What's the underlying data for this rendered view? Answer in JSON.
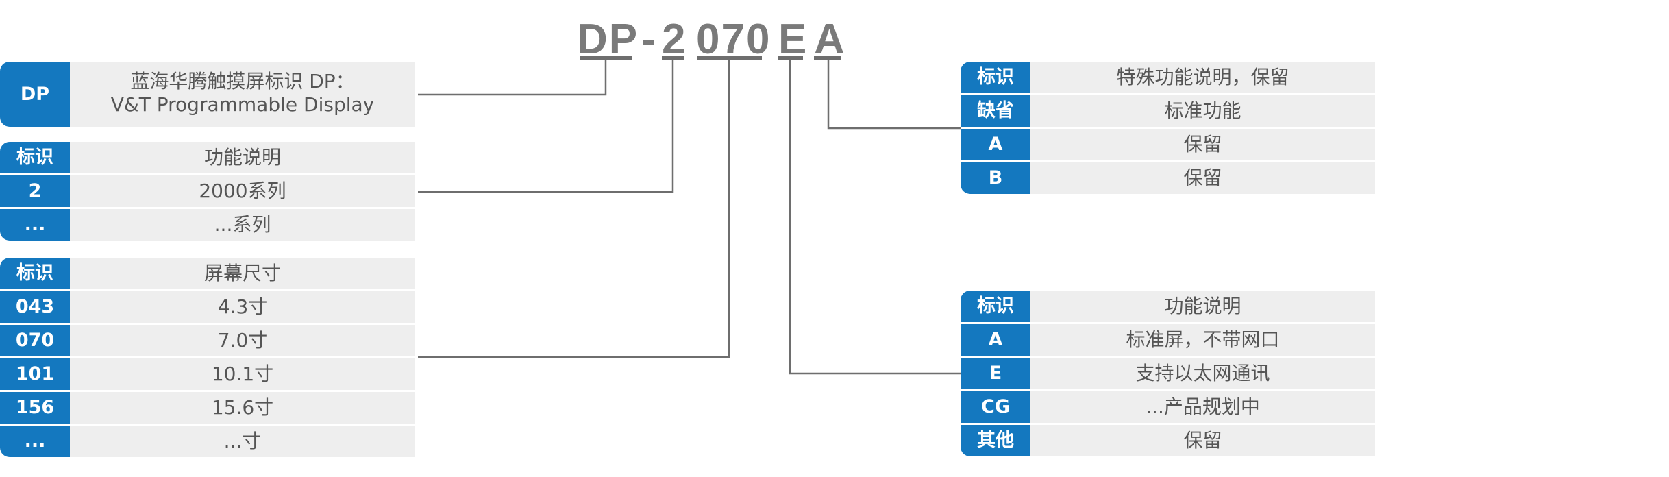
{
  "model": {
    "dp": "DP",
    "dash": "-",
    "series": "2",
    "size": "070",
    "ethernet": "E",
    "special": "A"
  },
  "dp_block": {
    "label": "DP",
    "desc_line1": "蓝海华腾触摸屏标识 DP：",
    "desc_line2": "V&T Programmable Display"
  },
  "series_table": {
    "rows": [
      {
        "id": "标识",
        "desc": "功能说明"
      },
      {
        "id": "2",
        "desc": "2000系列"
      },
      {
        "id": "...",
        "desc": "...系列"
      }
    ]
  },
  "size_table": {
    "rows": [
      {
        "id": "标识",
        "desc": "屏幕尺寸"
      },
      {
        "id": "043",
        "desc": "4.3寸"
      },
      {
        "id": "070",
        "desc": "7.0寸"
      },
      {
        "id": "101",
        "desc": "10.1寸"
      },
      {
        "id": "156",
        "desc": "15.6寸"
      },
      {
        "id": "...",
        "desc": "...寸"
      }
    ]
  },
  "special_table": {
    "rows": [
      {
        "id": "标识",
        "desc": "特殊功能说明，保留"
      },
      {
        "id": "缺省",
        "desc": "标准功能"
      },
      {
        "id": "A",
        "desc": "保留"
      },
      {
        "id": "B",
        "desc": "保留"
      }
    ]
  },
  "function_table": {
    "rows": [
      {
        "id": "标识",
        "desc": "功能说明"
      },
      {
        "id": "A",
        "desc": "标准屏，不带网口"
      },
      {
        "id": "E",
        "desc": "支持以太网通讯"
      },
      {
        "id": "CG",
        "desc": "...产品规划中"
      },
      {
        "id": "其他",
        "desc": "保留"
      }
    ]
  },
  "colors": {
    "accent": "#1478bf",
    "cell_bg": "#eeeeee",
    "line": "#6e6e6e",
    "model_text": "#7a7a7a"
  }
}
